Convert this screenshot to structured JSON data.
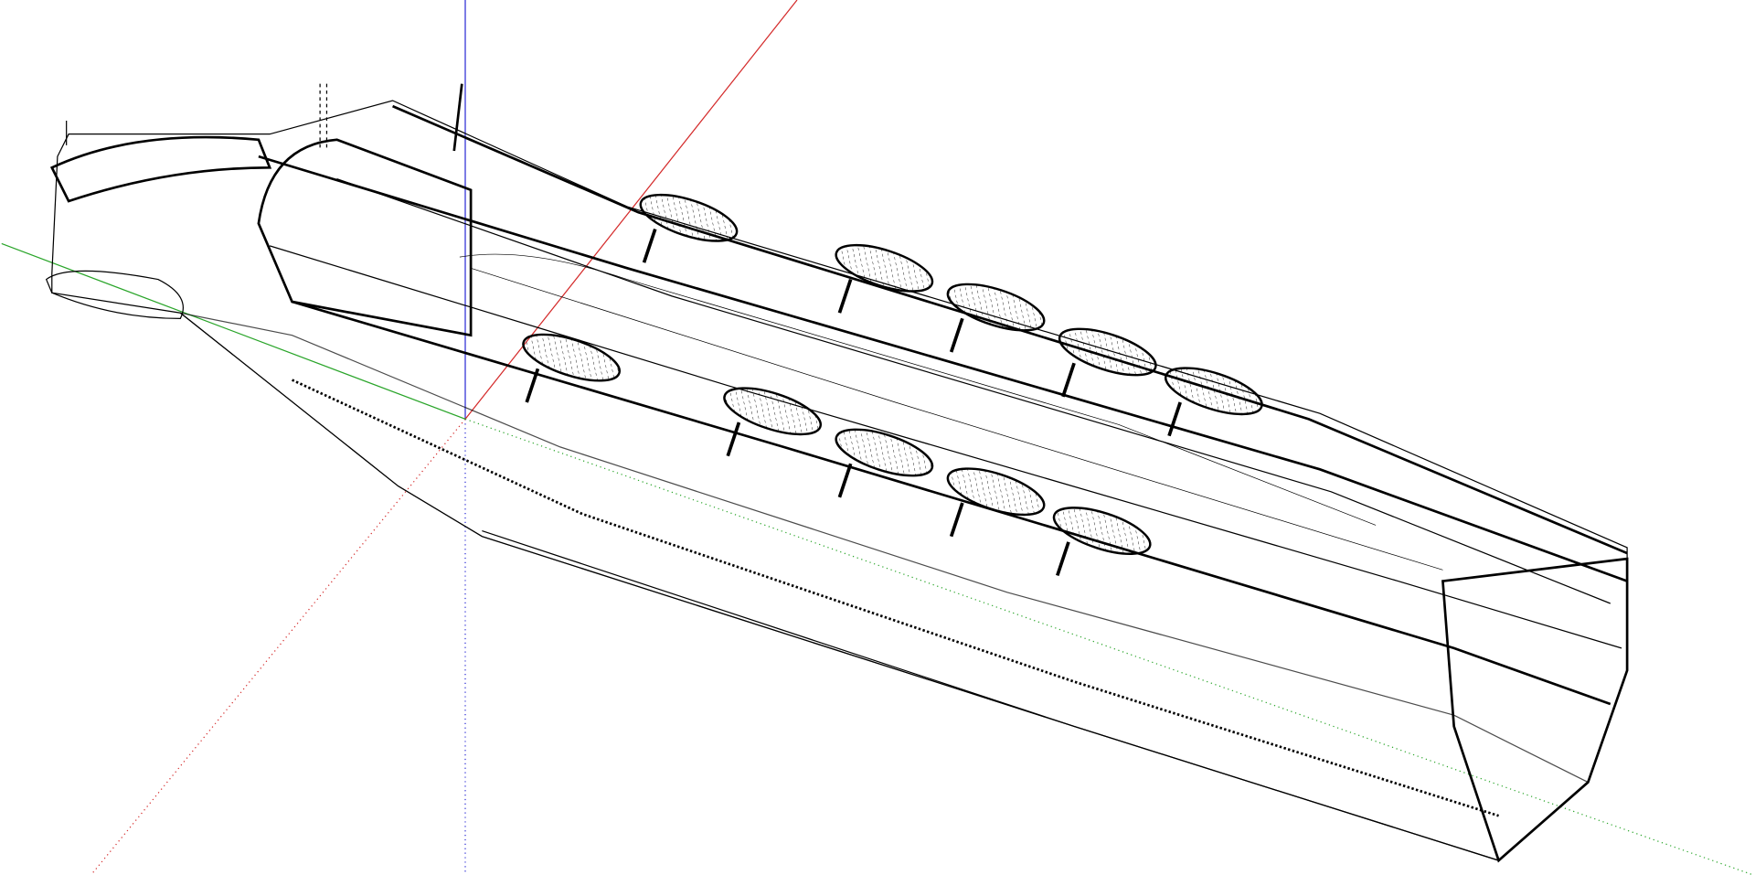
{
  "viewport": {
    "render_style": "wireframe",
    "background": "#ffffff",
    "model": "ship",
    "axes": {
      "red": "#d42a2a",
      "green": "#2aa52a",
      "blue": "#2a2ad4"
    },
    "lifeboats_visible": 10
  }
}
